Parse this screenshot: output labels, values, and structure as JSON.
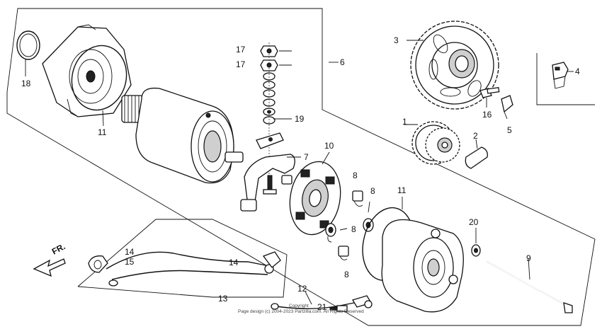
{
  "diagram": {
    "direction_label": "FR.",
    "copyright": "Copyright",
    "footer": "Page design (c) 2004-2023 Partzilla.com. All Rights Reserved",
    "callouts": {
      "c1": "1",
      "c2": "2",
      "c3": "3",
      "c4": "4",
      "c5": "5",
      "c6": "6",
      "c7": "7",
      "c8a": "8",
      "c8b": "8",
      "c8c": "8",
      "c8d": "8",
      "c9": "9",
      "c10": "10",
      "c11a": "11",
      "c11b": "11",
      "c12": "12",
      "c13": "13",
      "c14a": "14",
      "c14b": "14",
      "c15": "15",
      "c16": "16",
      "c17a": "17",
      "c17b": "17",
      "c18": "18",
      "c19": "19",
      "c20": "20",
      "c21": "21"
    }
  }
}
